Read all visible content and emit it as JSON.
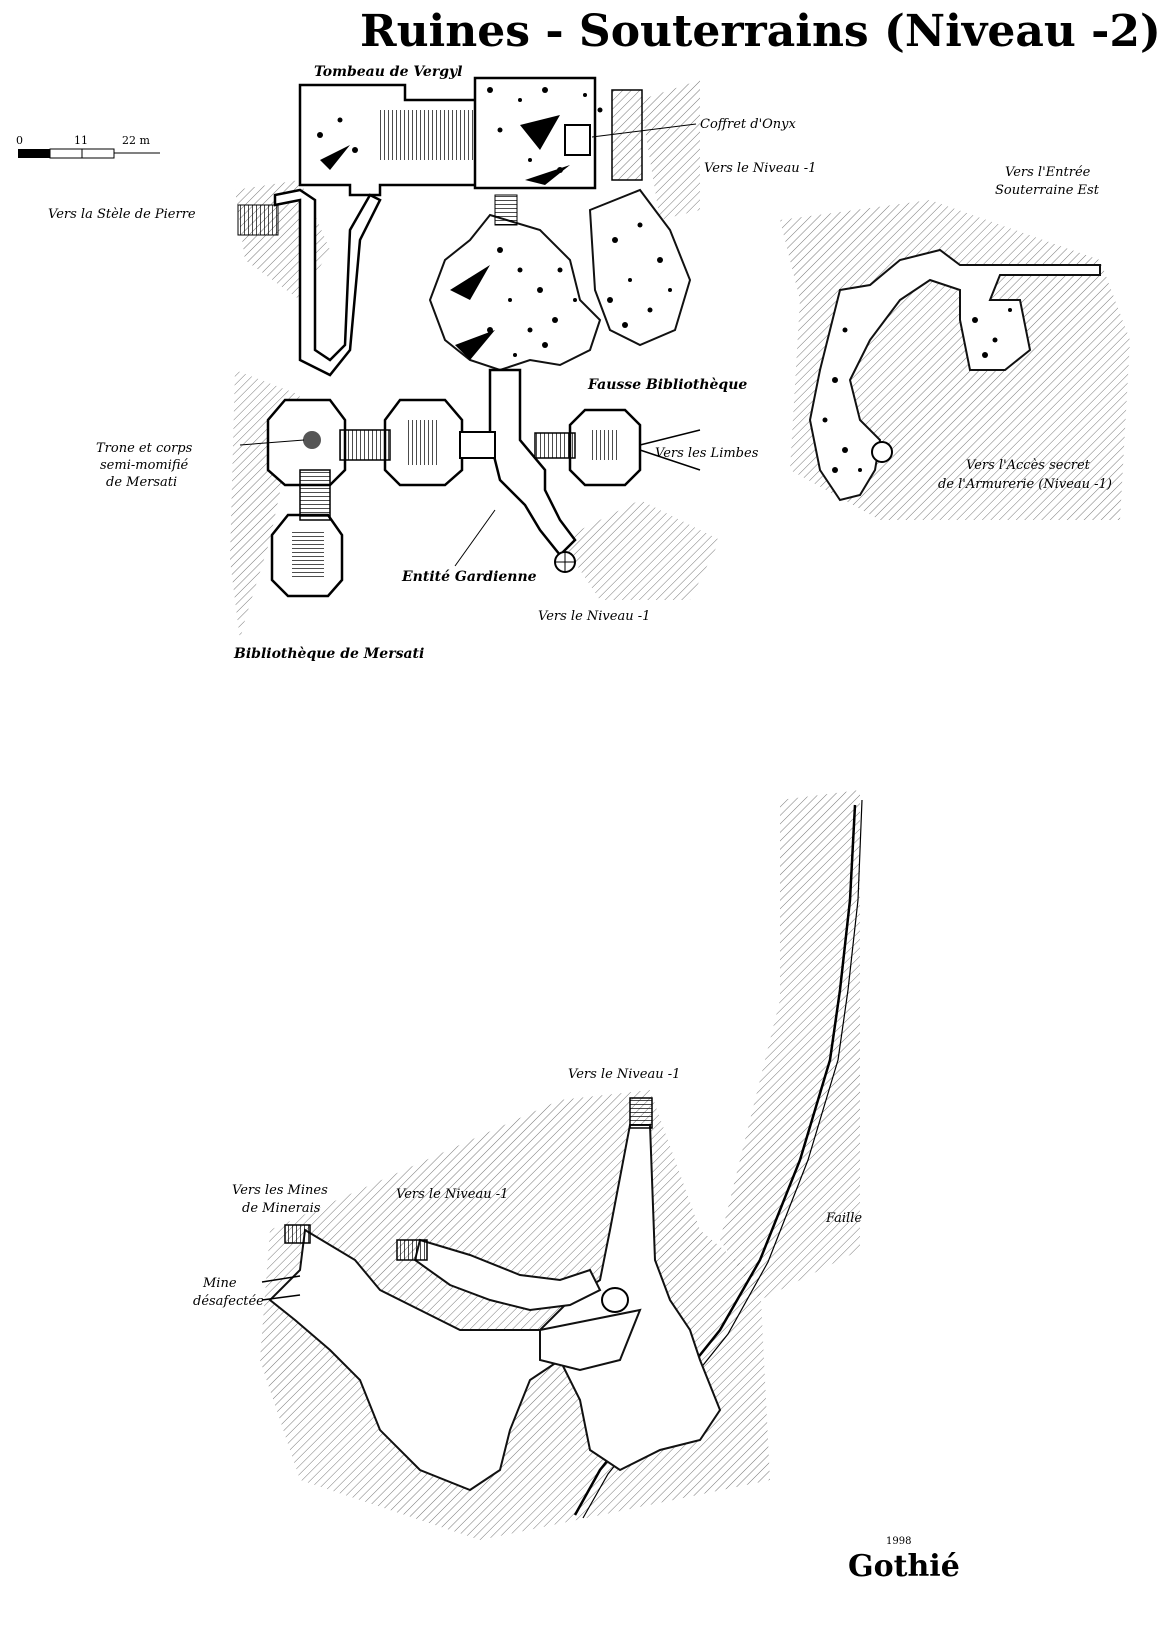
{
  "title": "Ruines - Souterrains (Niveau -2)",
  "scale": {
    "ticks": [
      "0",
      "11",
      "22 m"
    ]
  },
  "labels": {
    "tombeau": "Tombeau de Vergyl",
    "coffret": "Coffret d'Onyx",
    "vers_niveau_1_top": "Vers le Niveau -1",
    "vers_entree_1": "Vers l'Entrée",
    "vers_entree_2": "Souterraine Est",
    "vers_stele": "Vers la Stèle de Pierre",
    "fausse_biblio": "Fausse Bibliothèque",
    "trone_1": "Trone et corps",
    "trone_2": "semi-momifié",
    "trone_3": "de Mersati",
    "vers_limbes": "Vers les Limbes",
    "acces_1": "Vers l'Accès secret",
    "acces_2": "de l'Armurerie (Niveau -1)",
    "entite": "Entité Gardienne",
    "vers_niveau_1_mid": "Vers le Niveau -1",
    "biblio_mersati": "Bibliothèque de Mersati",
    "vers_niveau_1_low": "Vers le Niveau -1",
    "vers_mines_1": "Vers les Mines",
    "vers_mines_2": "de Minerais",
    "vers_niveau_1_left": "Vers le Niveau -1",
    "faille": "Faille",
    "mine_1": "Mine",
    "mine_2": "désafectée"
  },
  "signature": {
    "name": "Gothié",
    "year": "1998"
  }
}
